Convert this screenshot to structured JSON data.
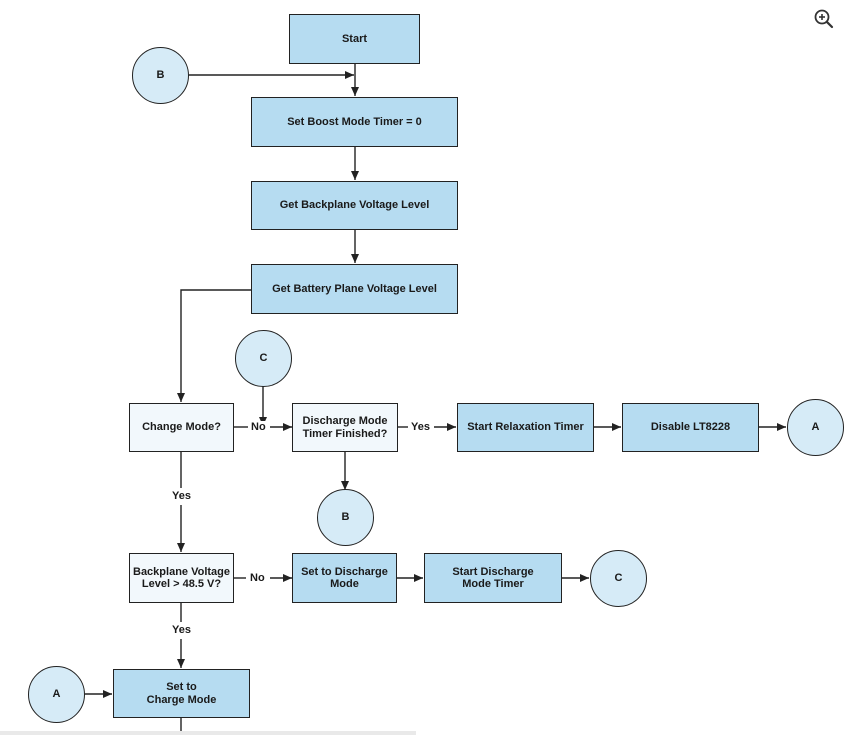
{
  "nodes": {
    "start": "Start",
    "set_boost_timer": "Set Boost Mode Timer = 0",
    "get_backplane": "Get Backplane Voltage Level",
    "get_battery": "Get Battery Plane Voltage Level",
    "change_mode": "Change Mode?",
    "discharge_timer_finished_line1": "Discharge Mode",
    "discharge_timer_finished_line2": "Timer Finished?",
    "start_relaxation": "Start Relaxation Timer",
    "disable_lt8228": "Disable LT8228",
    "backplane_check_line1": "Backplane Voltage",
    "backplane_check_line2": "Level > 48.5 V?",
    "set_discharge_line1": "Set to Discharge",
    "set_discharge_line2": "Mode",
    "start_discharge_timer_line1": "Start Discharge",
    "start_discharge_timer_line2": "Mode Timer",
    "set_charge_line1": "Set to",
    "set_charge_line2": "Charge Mode"
  },
  "connectors": {
    "b_top": "B",
    "c_top": "C",
    "a_right": "A",
    "b_mid": "B",
    "c_right": "C",
    "a_left": "A"
  },
  "edge_labels": {
    "no_1": "No",
    "yes_1": "Yes",
    "yes_2": "Yes",
    "no_2": "No",
    "yes_3": "Yes"
  },
  "toolbar": {
    "zoom_icon": "zoom-in-icon"
  },
  "colors": {
    "process_fill": "#b6dcf1",
    "decision_fill": "#f2f8fc",
    "connector_fill": "#d6ebf7",
    "stroke": "#222222"
  }
}
